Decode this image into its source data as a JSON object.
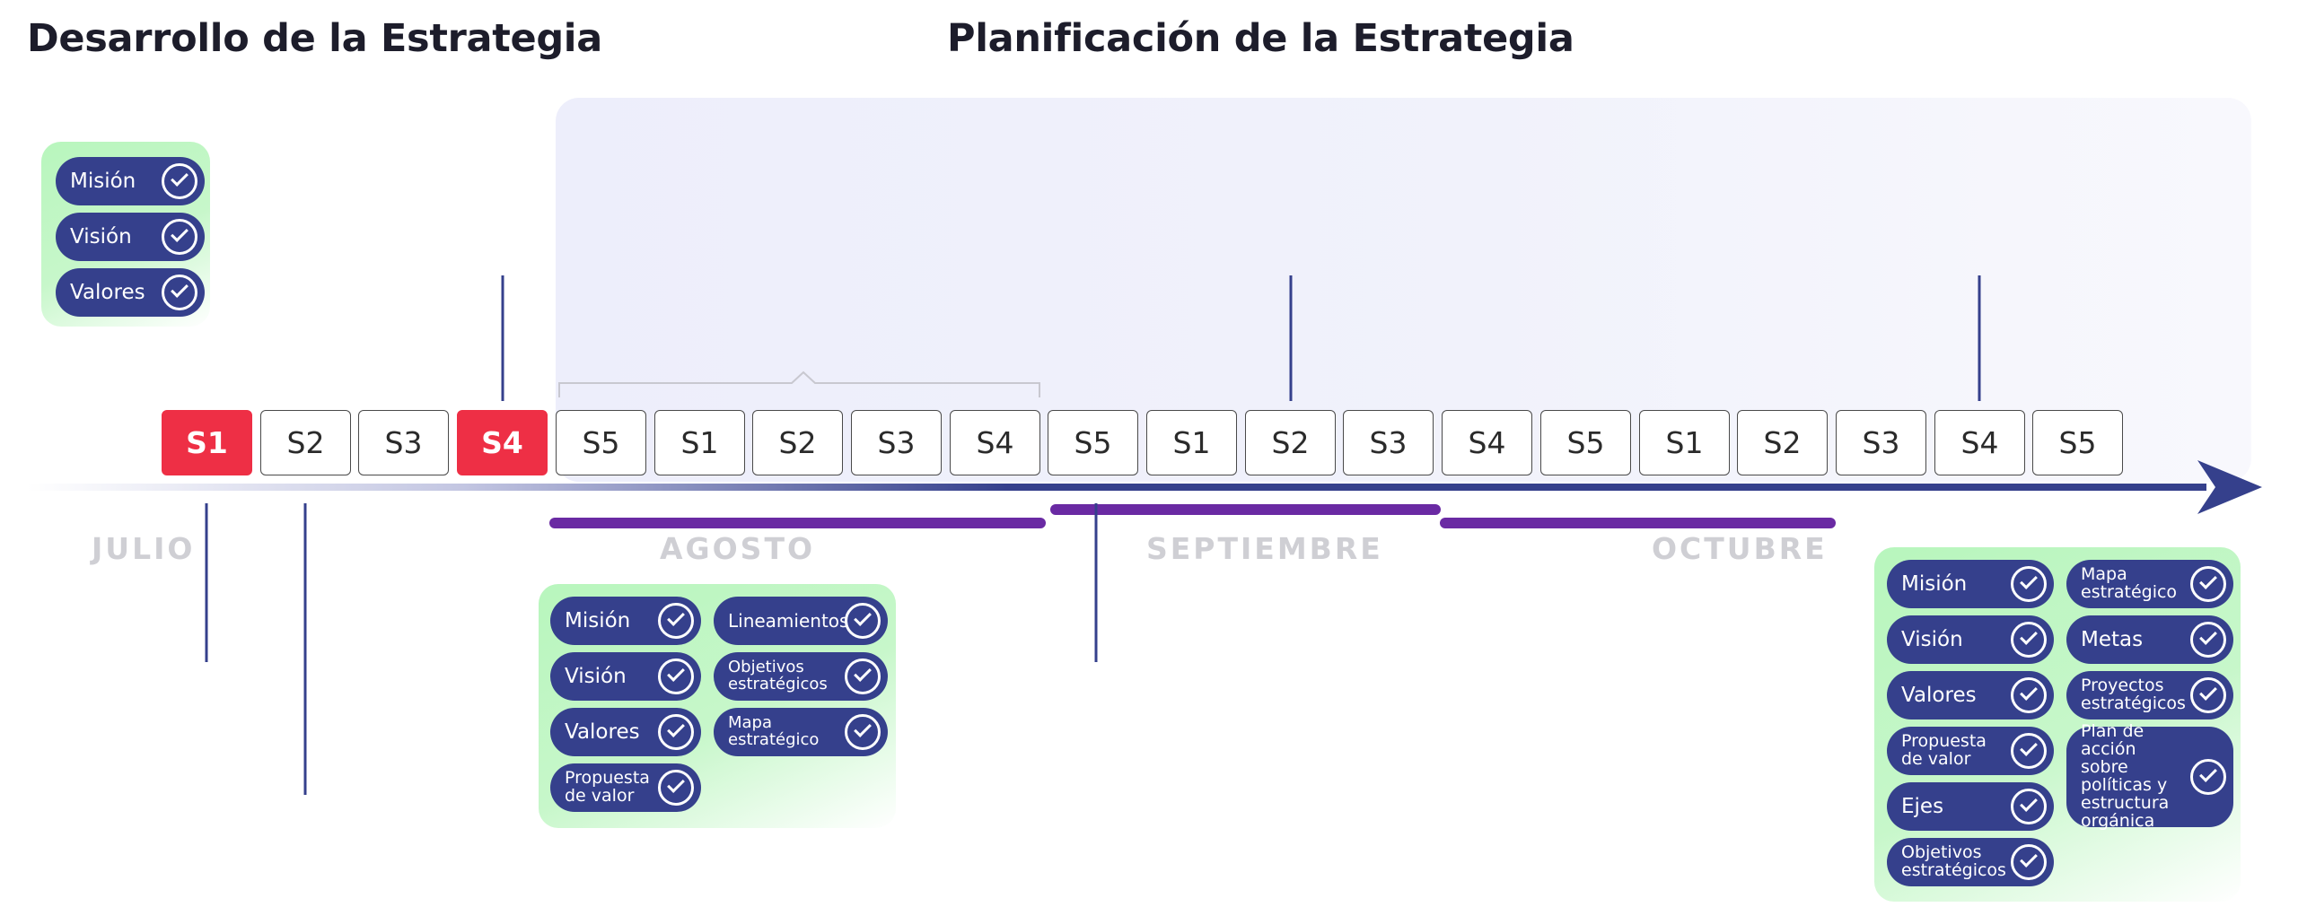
{
  "titles": {
    "left": "Desarrollo de la Estrategia",
    "right": "Planificación de la Estrategia"
  },
  "weeks": [
    "S1",
    "S2",
    "S3",
    "S4",
    "S5",
    "S1",
    "S2",
    "S3",
    "S4",
    "S5",
    "S1",
    "S2",
    "S3",
    "S4",
    "S5",
    "S1",
    "S2",
    "S3",
    "S4",
    "S5"
  ],
  "highlighted_weeks": [
    0,
    3
  ],
  "months": [
    "JULIO",
    "AGOSTO",
    "SEPTIEMBRE",
    "OCTUBRE"
  ],
  "groups": {
    "july": [
      "Misión",
      "Visión",
      "Valores"
    ],
    "august": [
      "Misión",
      "Visión",
      "Valores",
      "Propuesta de valor",
      "Lineamientos",
      "Objetivos estratégicos",
      "Mapa estratégico"
    ],
    "october": [
      "Misión",
      "Visión",
      "Valores",
      "Propuesta de valor",
      "Ejes",
      "Objetivos estratégicos",
      "Mapa estratégico",
      "Metas",
      "Proyectos estratégicos",
      "Plan de acción sobre políticas y estructura orgánica"
    ]
  },
  "icons": {
    "check": "check-circle-icon",
    "arrow": "arrow-right-icon"
  },
  "colors": {
    "highlight": "#ee2f45",
    "pill": "#35408c",
    "timeline": "#35408c",
    "month_bar": "#6a2aa3",
    "group_bg": "#b8f6bd",
    "panel_bg": "#eeeffb",
    "month_text": "#cfcfd4"
  }
}
